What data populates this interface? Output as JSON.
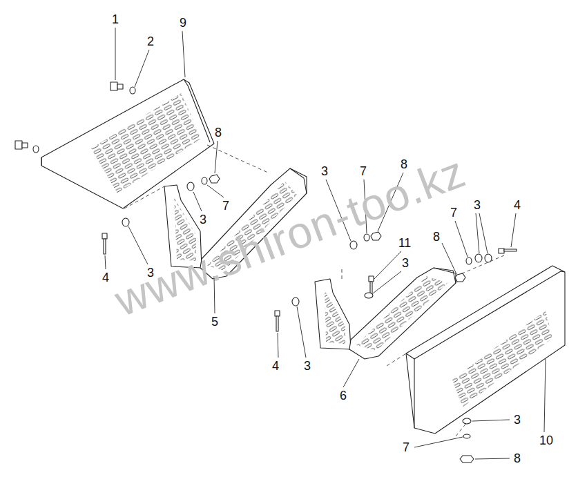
{
  "diagram": {
    "labels": [
      "1",
      "2",
      "9",
      "8",
      "3",
      "7",
      "4",
      "3",
      "5",
      "3",
      "7",
      "8",
      "11",
      "3",
      "7",
      "3",
      "4",
      "8",
      "4",
      "3",
      "6",
      "10",
      "3",
      "7",
      "8",
      "www.shiron-too.kz"
    ]
  }
}
